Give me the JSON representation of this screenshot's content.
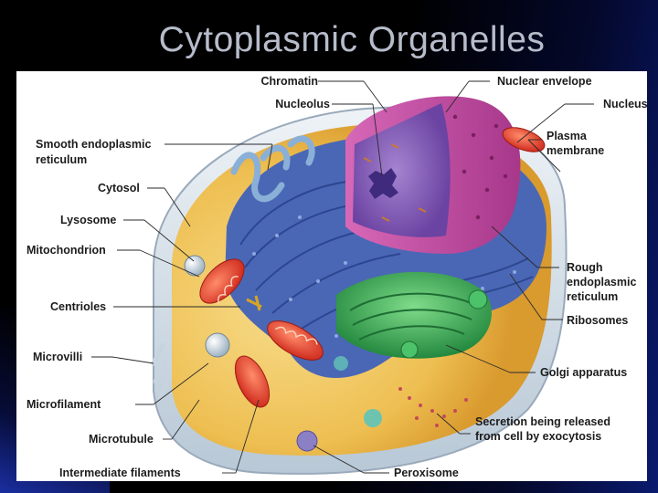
{
  "slide": {
    "title": "Cytoplasmic Organelles"
  },
  "diagram": {
    "labels": {
      "chromatin": "Chromatin",
      "nucleolus": "Nucleolus",
      "smooth_er_line1": "Smooth endoplasmic",
      "smooth_er_line2": "reticulum",
      "cytosol": "Cytosol",
      "lysosome": "Lysosome",
      "mitochondrion": "Mitochondrion",
      "centrioles": "Centrioles",
      "microvilli": "Microvilli",
      "microfilament": "Microfilament",
      "microtubule": "Microtubule",
      "intermediate_filaments": "Intermediate filaments",
      "nuclear_envelope": "Nuclear envelope",
      "nucleus": "Nucleus",
      "plasma_membrane_line1": "Plasma",
      "plasma_membrane_line2": "membrane",
      "rough_er_line1": "Rough",
      "rough_er_line2": "endoplasmic",
      "rough_er_line3": "reticulum",
      "ribosomes": "Ribosomes",
      "golgi": "Golgi apparatus",
      "secretion_line1": "Secretion being released",
      "secretion_line2": "from cell by exocytosis",
      "peroxisome": "Peroxisome"
    },
    "colors": {
      "cytoplasm": "#f2c766",
      "membrane": "#dfe6ee",
      "rough_er": "#4a67b5",
      "smooth_er": "#8ab0d8",
      "nucleus": "#8a5fb8",
      "nuclear_envelope": "#c04a9e",
      "golgi": "#39a85a",
      "mitochondria": "#e33b2a"
    }
  }
}
